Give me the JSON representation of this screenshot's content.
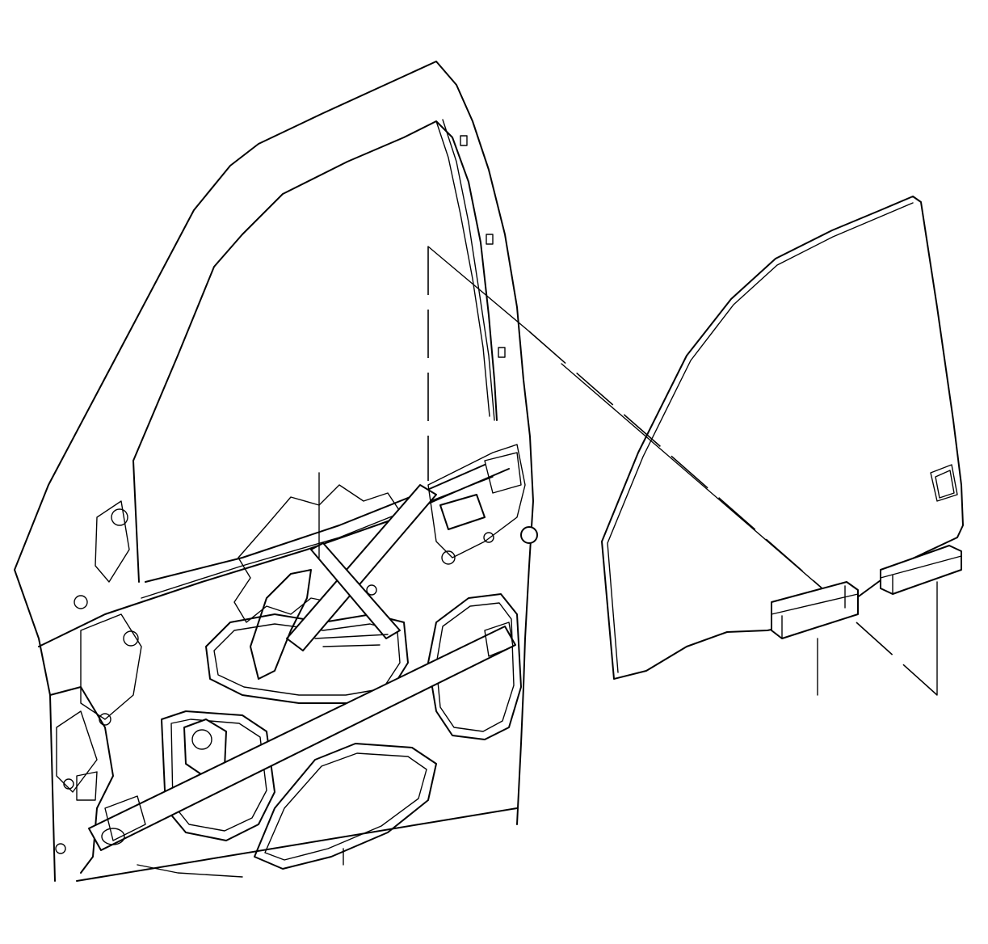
{
  "diagram": {
    "colors": {
      "line": "#000000",
      "background": "#ffffff"
    },
    "parts": [
      "door-frame",
      "window-regulator",
      "door-window-glass",
      "glass-sash-channel-front",
      "glass-sash-channel-rear"
    ]
  }
}
